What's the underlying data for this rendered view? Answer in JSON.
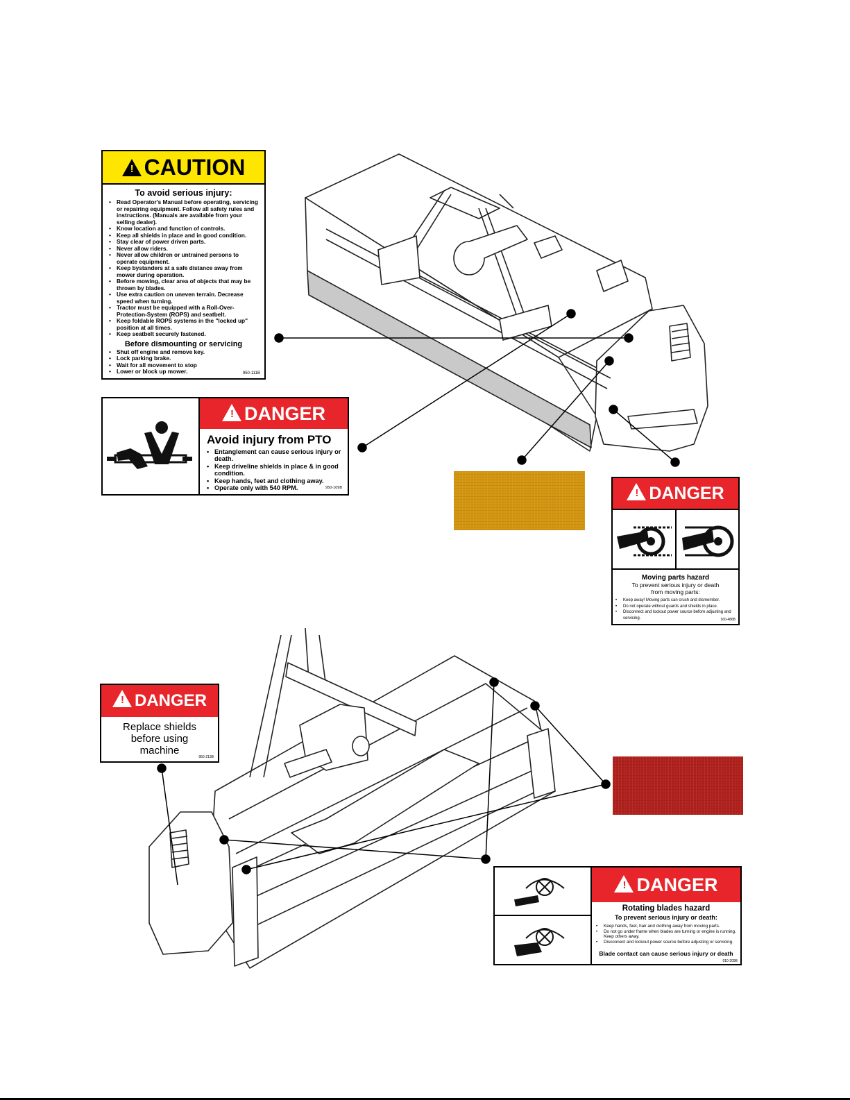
{
  "caution_decal": {
    "signal": "CAUTION",
    "heading": "To avoid serious injury:",
    "items": [
      "Read Operator's Manual before operating, servicing or repairing equipment. Follow all safety rules and instructions. (Manuals are available from your selling dealer).",
      "Know location and function of controls.",
      "Keep all shields in place and in good condition.",
      "Stay clear of power driven parts.",
      "Never allow riders.",
      "Never allow children or untrained persons to operate equipment.",
      "Keep bystanders at a safe distance away from mower during operation.",
      "Before mowing, clear area of objects that may be thrown by blades.",
      "Use extra caution on uneven terrain. Decrease speed when turning.",
      "Tractor must be equipped with a Roll-Over-Protection-System (ROPS) and seatbelt.",
      "Keep foldable ROPS systems in the \"locked up\" position at all times.",
      "Keep seatbelt securely fastened."
    ],
    "subheading": "Before dismounting or servicing",
    "sub_items": [
      "Shut off engine and remove key.",
      "Lock parking brake.",
      "Wait for all movement to stop",
      "Lower or block up mower."
    ],
    "part": "950-111B"
  },
  "pto_decal": {
    "signal": "DANGER",
    "heading": "Avoid injury from PTO",
    "items": [
      "Entanglement can cause serious injury or death.",
      "Keep driveline shields in place & in good condition.",
      "Keep hands, feet and clothing away.",
      "Operate only with 540 RPM."
    ],
    "part": "950-109B"
  },
  "moving_parts_decal": {
    "signal": "DANGER",
    "heading": "Moving parts hazard",
    "line2": "To prevent serious injury or death",
    "line3": "from moving parts:",
    "items": [
      "Keep away! Moving parts can crush and dismember.",
      "Do not operate without guards and shields in place.",
      "Disconnect and lockout power source before adjusting and servicing."
    ],
    "part": "160-486B"
  },
  "shields_decal": {
    "signal": "DANGER",
    "text": "Replace shields before using machine",
    "part": "950-213B"
  },
  "blades_decal": {
    "signal": "DANGER",
    "heading": "Rotating blades hazard",
    "line2": "To prevent serious injury or death:",
    "items": [
      "Keep hands, feet, hair and clothing away from moving parts.",
      "Do not go under frame when blades are turning or engine is running. Keep others away.",
      "Disconnect and lockout power source before adjusting or servicing."
    ],
    "footer": "Blade contact can cause serious injury or death",
    "part": "910-209B"
  },
  "swatches": {
    "amber": "#d4950f",
    "red": "#b0201c"
  },
  "colors": {
    "caution_yellow": "#ffe600",
    "danger_red": "#e8252b"
  }
}
